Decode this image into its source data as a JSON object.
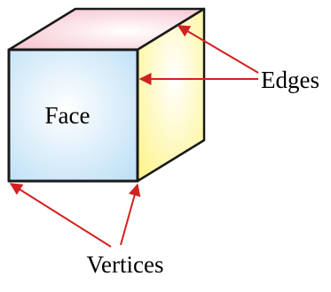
{
  "labels": {
    "face": "Face",
    "edges": "Edges",
    "vertices": "Vertices"
  },
  "colors": {
    "front_face": "#bcdff5",
    "top_face": "#f6c3cf",
    "side_face": "#fdf48c",
    "outline": "#1a1a1a",
    "arrow": "#d42020"
  }
}
